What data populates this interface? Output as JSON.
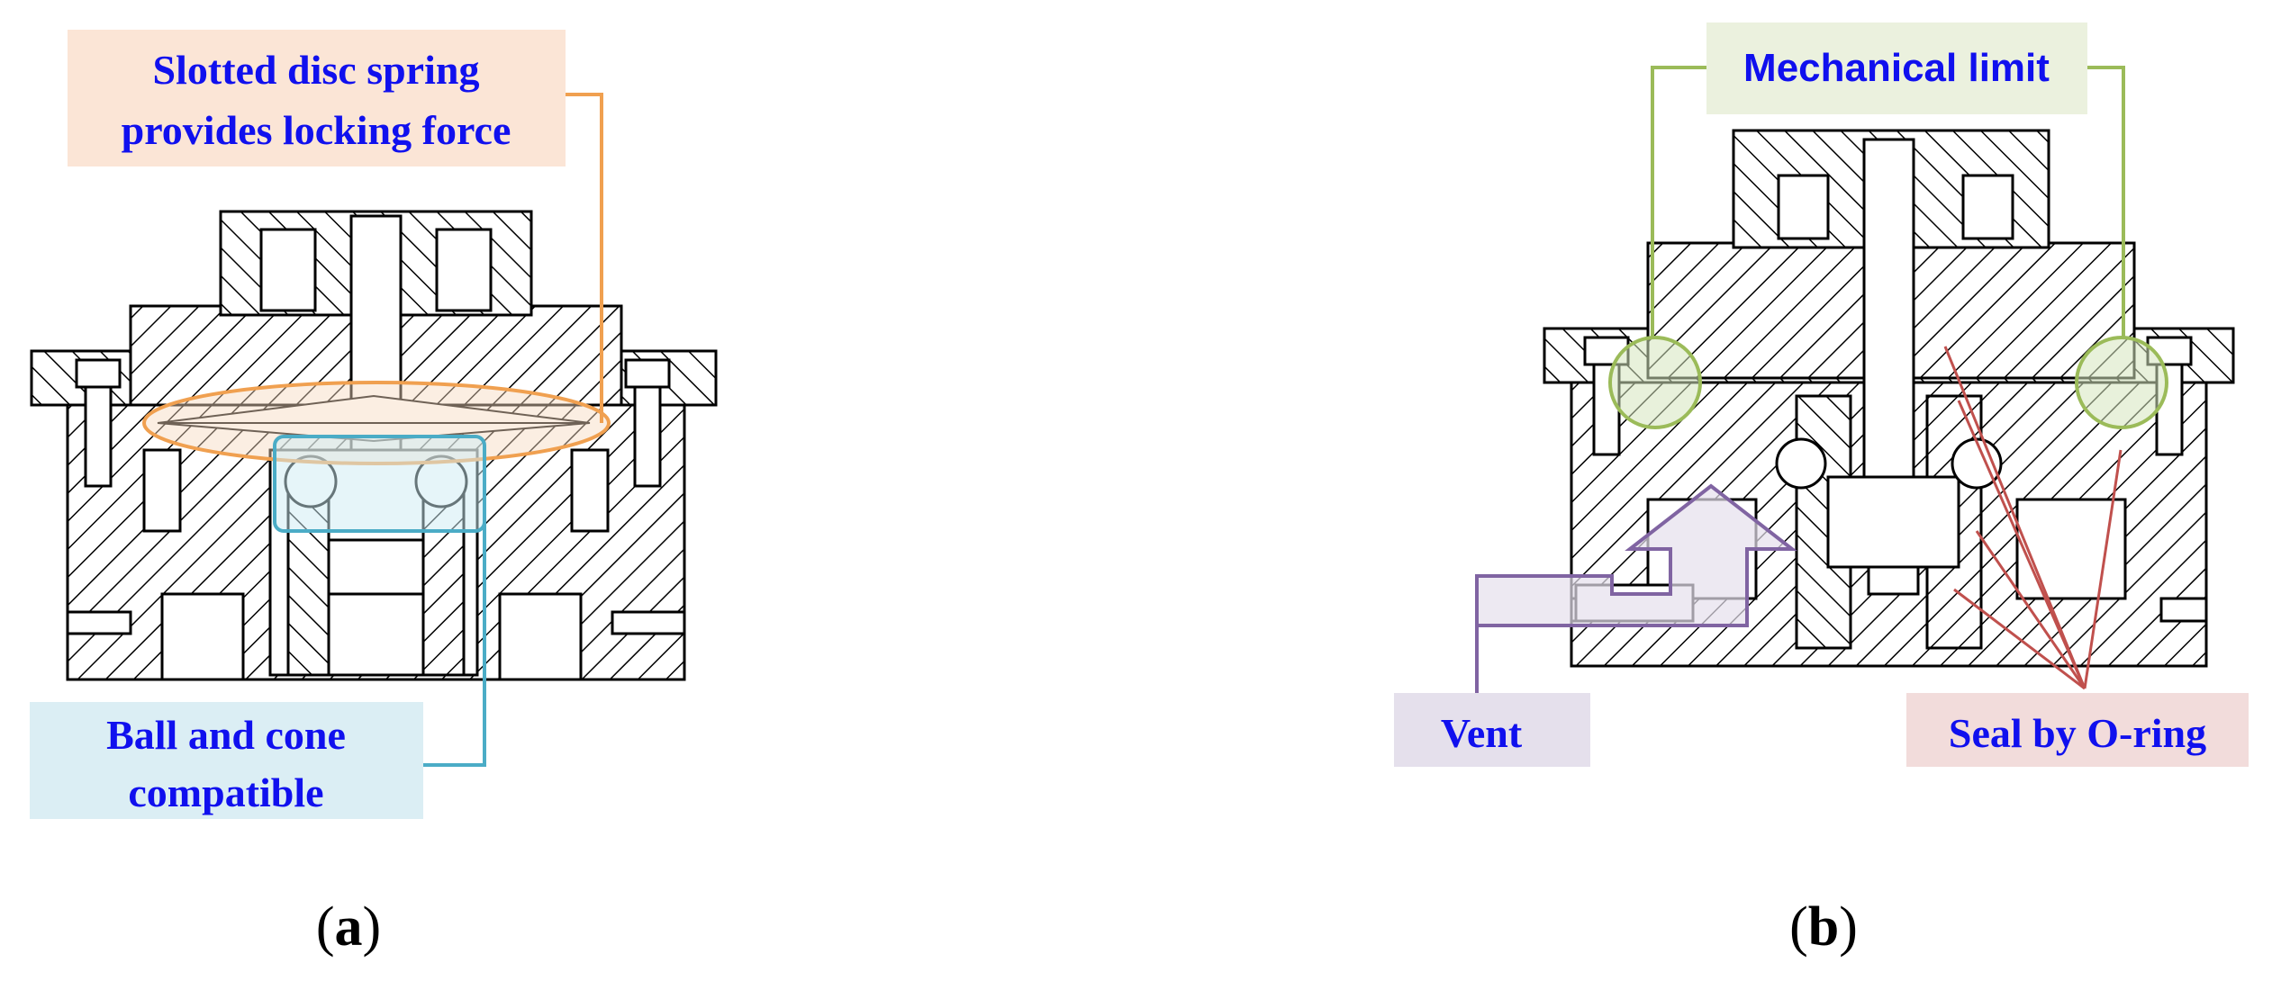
{
  "panel_a": {
    "tag": "a",
    "label_spring_line1": "Slotted disc spring",
    "label_spring_line2": "provides locking force",
    "label_ball_line1": "Ball and cone",
    "label_ball_line2": "compatible"
  },
  "panel_b": {
    "tag": "b",
    "label_limit": "Mechanical limit",
    "label_vent": "Vent",
    "label_seal": "Seal by O-ring"
  },
  "colors": {
    "label_text": "#1010ee",
    "spring_callout": "#f0a050",
    "spring_box": "#fbe5d6",
    "ball_callout": "#4bacc6",
    "ball_box": "#dbeef4",
    "limit_callout": "#9bbb59",
    "limit_box": "#ebf1de",
    "vent_callout": "#8064a2",
    "vent_box": "#e5e0ec",
    "seal_callout": "#c0504d",
    "seal_box": "#f2dcdb"
  }
}
